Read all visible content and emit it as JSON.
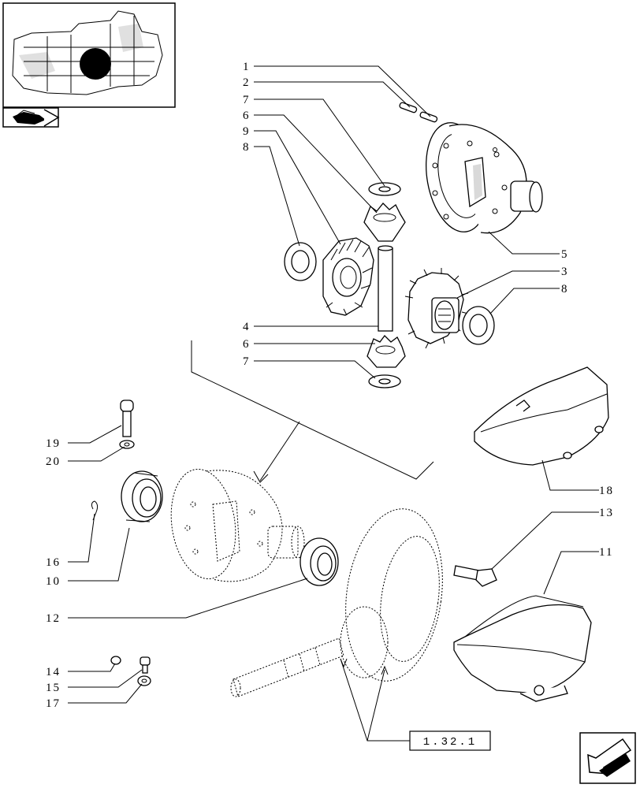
{
  "callouts": {
    "c1": "1",
    "c2": "2",
    "c7a": "7",
    "c6a": "6",
    "c9": "9",
    "c8a": "8",
    "c5": "5",
    "c3": "3",
    "c8b": "8",
    "c4": "4",
    "c6b": "6",
    "c7b": "7",
    "c19": "19",
    "c20": "20",
    "c18": "18",
    "c13": "13",
    "c11": "11",
    "c16": "16",
    "c10": "10",
    "c12": "12",
    "c14": "14",
    "c15": "15",
    "c17": "17"
  },
  "reference_box": {
    "label": "1.32.1"
  },
  "icons": {
    "thumbnail": "transmission-locator-thumbnail",
    "book": "catalogue-book-icon",
    "next": "next-page-arrow-icon"
  }
}
